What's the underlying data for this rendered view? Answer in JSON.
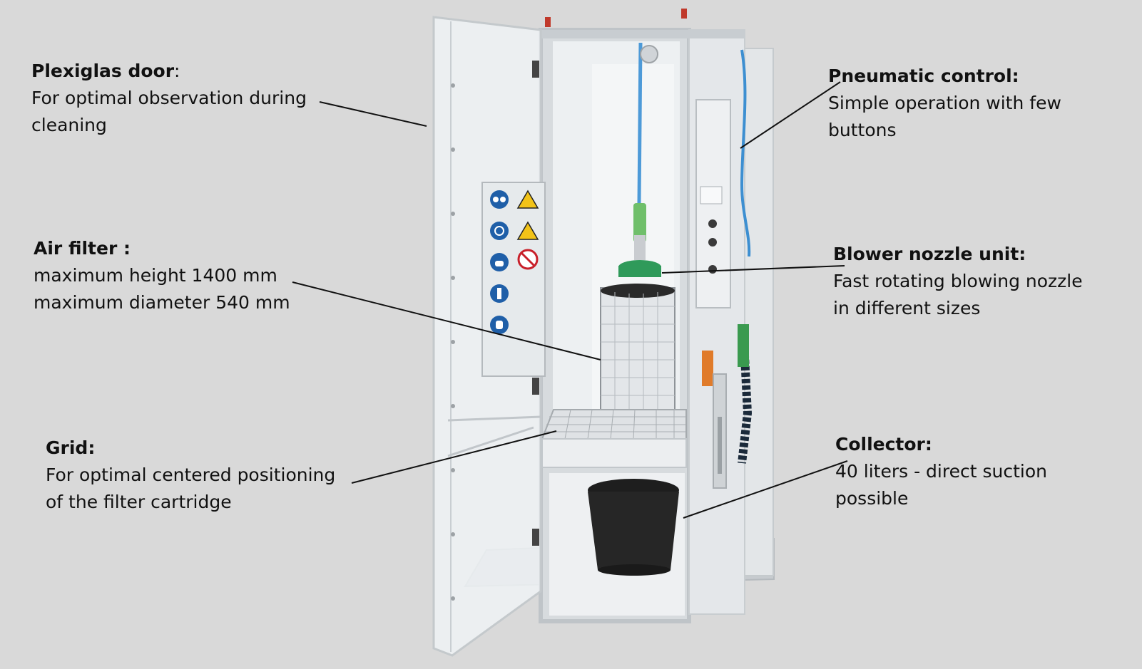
{
  "callouts": {
    "door": {
      "title": "Plexiglas door",
      "suffix": ":",
      "lines": [
        "For optimal observation during",
        "cleaning"
      ]
    },
    "filter": {
      "title": "Air filter :",
      "lines": [
        "maximum height 1400 mm",
        "maximum diameter 540 mm"
      ]
    },
    "grid": {
      "title": "Grid:",
      "lines": [
        "For optimal centered positioning",
        "of the filter cartridge"
      ]
    },
    "pneu": {
      "title": "Pneumatic control:",
      "lines": [
        "Simple operation with few",
        "buttons"
      ]
    },
    "blower": {
      "title": "Blower nozzle unit:",
      "lines": [
        "Fast rotating blowing nozzle",
        "in different sizes"
      ]
    },
    "coll": {
      "title": "Collector:",
      "lines": [
        "40 liters - direct suction",
        "possible"
      ]
    }
  },
  "colors": {
    "background": "#d9d9d9",
    "cabinet": "#e9ecee",
    "frame": "#c9ced2",
    "hose": "#3d8fd1",
    "nozzle_green": "#2f9a5a",
    "bucket": "#262626",
    "sign_blue": "#1f5fa8",
    "warning_yellow": "#f2c318",
    "cable_chain": "#1b2a3a"
  },
  "icons": [
    "eye-protection-icon",
    "hearing-protection-icon",
    "respirator-icon",
    "protective-suit-icon",
    "gloves-icon",
    "hot-surface-warning-icon",
    "hazard-warning-icon",
    "no-smoking-icon"
  ]
}
